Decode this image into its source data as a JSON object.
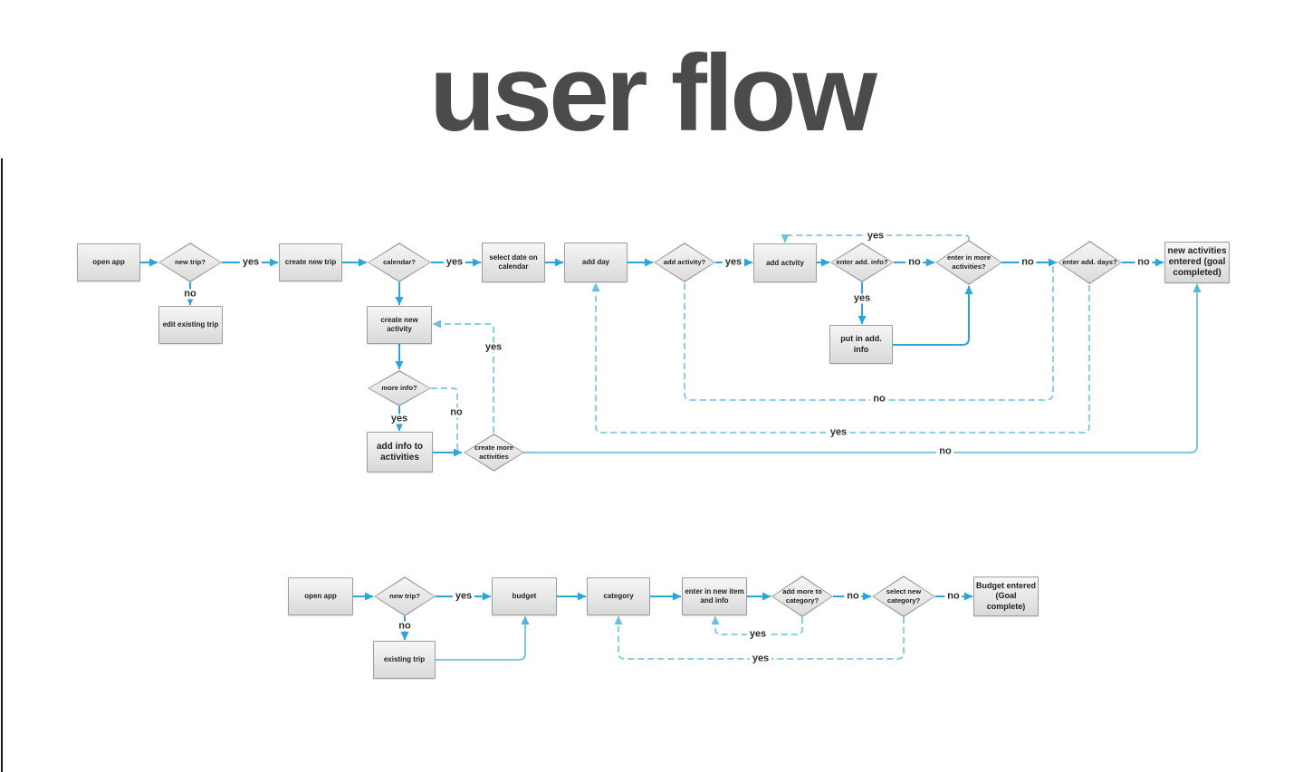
{
  "title": "user flow",
  "colors": {
    "arrow_solid": "#2aa5dc",
    "arrow_dashed": "#66c0de",
    "arrow_thin": "#55b5d6",
    "title_text": "#4b4b4d",
    "node_border": "#9d9d9d"
  },
  "flow1": {
    "nodes": {
      "open_app": "open app",
      "new_trip_q": "new trip?",
      "edit_existing_trip": "edit existing trip",
      "create_new_trip": "create new trip",
      "calendar_q": "calendar?",
      "select_date": "select date on calendar",
      "add_day": "add day",
      "add_activity_q": "add activity?",
      "add_activity": "add actvity",
      "enter_add_info_q": "enter add. info?",
      "put_in_add_info": "put in add. info",
      "enter_more_activities_q": "enter in more activities?",
      "enter_add_days_q": "enter add. days?",
      "goal": "new activities entered (goal completed)",
      "create_new_activity": "create new activity",
      "more_info_q": "more info?",
      "add_info_to_activities": "add info to activities",
      "create_more_activities_q": "create more activities"
    },
    "labels": {
      "new_trip_yes": "yes",
      "new_trip_no": "no",
      "calendar_yes": "yes",
      "add_activity_yes": "yes",
      "enter_add_info_no": "no",
      "enter_add_info_yes": "yes",
      "enter_more_no": "no",
      "enter_more_yes": "yes",
      "enter_add_days_no": "no",
      "enter_add_days_yes": "yes",
      "add_activity_q_no": "no",
      "more_info_yes": "yes",
      "more_info_no": "no",
      "create_more_yes": "yes",
      "create_more_no": "no"
    }
  },
  "flow2": {
    "nodes": {
      "open_app": "open app",
      "new_trip_q": "new trip?",
      "existing_trip": "existing trip",
      "budget": "budget",
      "category": "category",
      "enter_new_item": "enter in new item and info",
      "add_more_to_category_q": "add more to category?",
      "select_new_category_q": "select new category?",
      "budget_entered": "Budget entered (Goal complete)"
    },
    "labels": {
      "new_trip_yes": "yes",
      "new_trip_no": "no",
      "add_more_no": "no",
      "add_more_yes": "yes",
      "select_new_no": "no",
      "select_new_yes": "yes"
    }
  }
}
